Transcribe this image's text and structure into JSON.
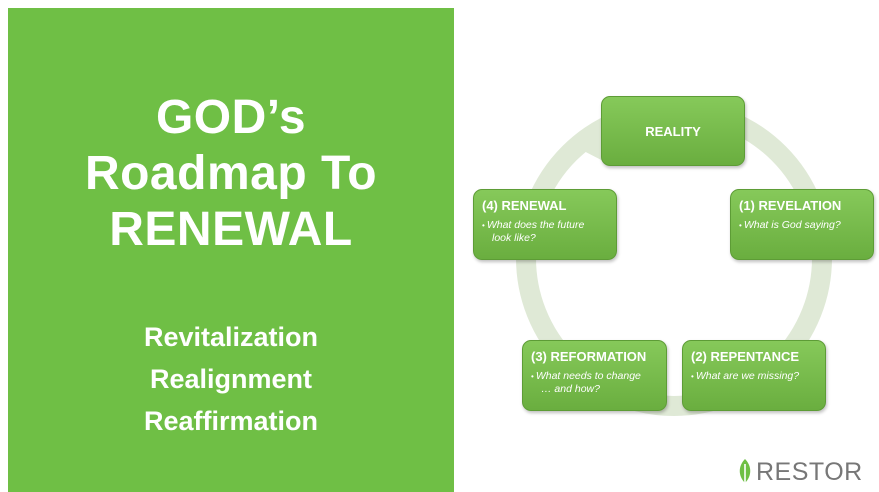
{
  "left_panel": {
    "title_lines": [
      "GOD’s",
      "Roadmap To",
      "RENEWAL"
    ],
    "subtitles": [
      "Revitalization",
      "Realignment",
      "Reaffirmation"
    ]
  },
  "diagram": {
    "reality": {
      "label": "REALITY"
    },
    "revelation": {
      "label": "(1) REVELATION",
      "bullet": "What is God saying?"
    },
    "repentance": {
      "label": "(2) REPENTANCE",
      "bullet": "What are we missing?"
    },
    "reformation": {
      "label": "(3) REFORMATION",
      "bullet_lines": [
        "What needs to change",
        "… and how?"
      ]
    },
    "renewal": {
      "label": "(4) RENEWAL",
      "bullet_lines": [
        "What does the future",
        "look like?"
      ]
    }
  },
  "colors": {
    "panel_green": "#6fbf45",
    "box_green": "#6aae3f",
    "cycle_arrow": "#dfe9d6",
    "logo_gray": "#777777"
  },
  "logo": {
    "text": "RESTOR",
    "icon": "leaf-icon"
  }
}
